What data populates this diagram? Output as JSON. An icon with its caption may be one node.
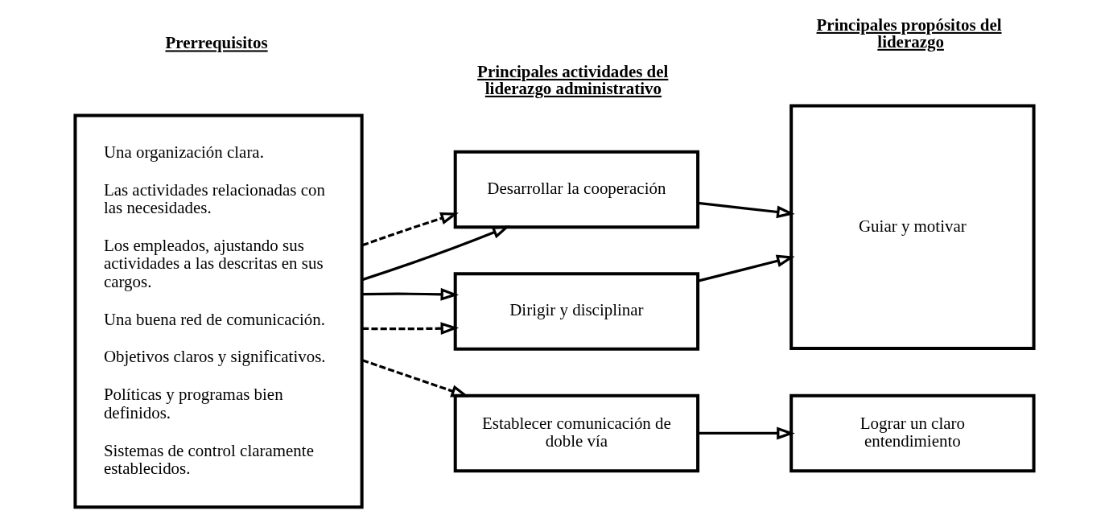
{
  "diagram": {
    "nodes": [
      {
        "text": [
          "Una organización clara.",
          "Las actividades relacionadas con las necesidades.",
          "Los empleados, ajustando sus actividades a las descritas en sus cargos.",
          "Una buena red de comunicación.",
          "Objetivos claros y significativos.",
          "Políticas y programas bien definidos.",
          "Sistemas de control claramente establecidos."
        ]
      },
      {
        "text": [
          "Desarrollar la cooperación"
        ]
      },
      {
        "text": [
          "Dirigir y disciplinar"
        ]
      },
      {
        "text": [
          "Establecer comunicación de doble vía"
        ]
      },
      {
        "text": [
          "Guiar y motivar"
        ]
      },
      {
        "text": [
          "Lograr un claro entendimiento"
        ]
      }
    ],
    "edges": [
      {
        "from": 0,
        "to": 1,
        "arrow": "to"
      },
      {
        "from": 0,
        "to": 1,
        "arrow": "to",
        "style": "dashed"
      },
      {
        "from": 0,
        "to": 2,
        "arrow": "to",
        "style": "dashed"
      },
      {
        "from": 0,
        "to": 2,
        "arrow": "to"
      },
      {
        "from": 0,
        "to": 3,
        "arrow": "to",
        "style": "dashed"
      },
      {
        "from": 1,
        "to": 4,
        "arrow": "to"
      },
      {
        "from": 2,
        "to": 4,
        "arrow": "to"
      },
      {
        "from": 3,
        "to": 5,
        "arrow": "to"
      }
    ],
    "labels": [
      "Prerrequisitos",
      "Principales actividades del liderazgo administrativo",
      "Principales propósitos del liderazgo"
    ]
  }
}
